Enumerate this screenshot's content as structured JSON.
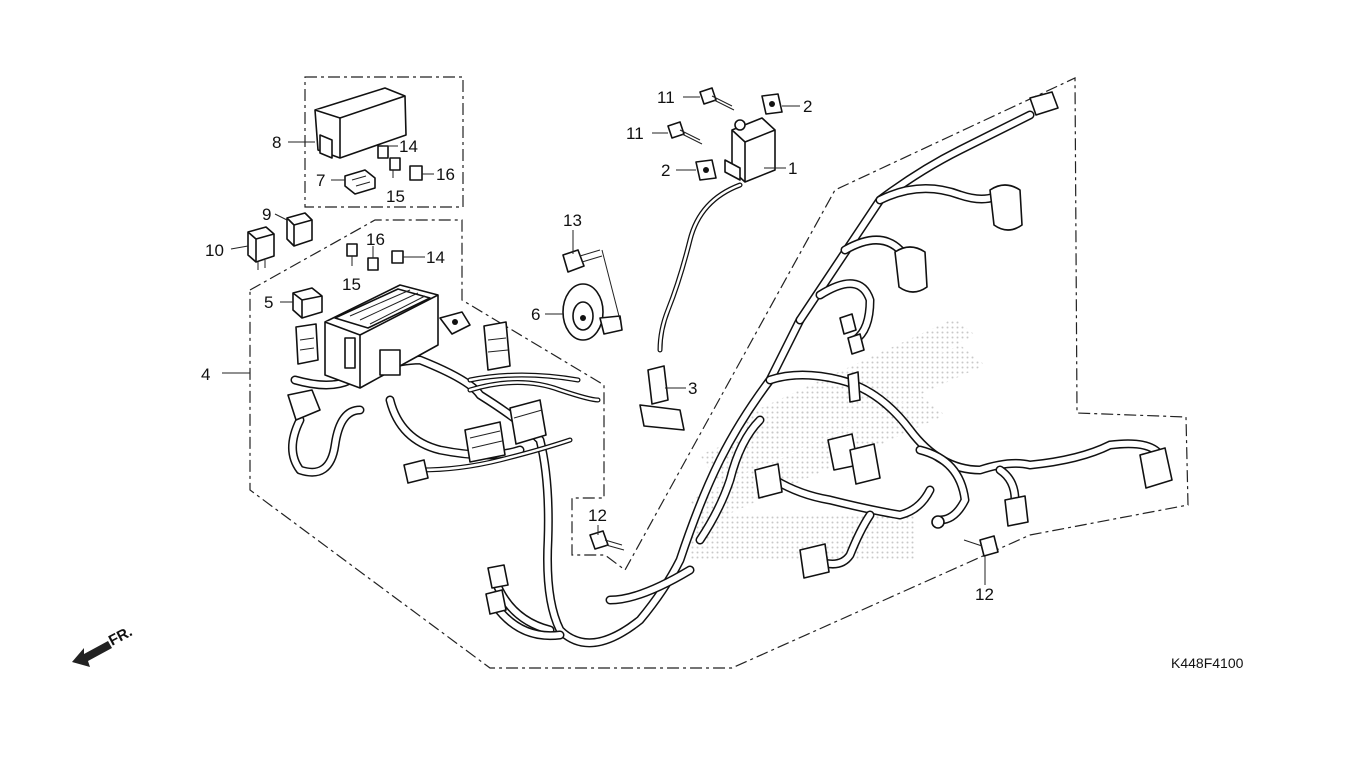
{
  "diagram": {
    "figure_code": "K448F4100",
    "front_arrow_label": "FR.",
    "callouts": {
      "c1": "1",
      "c2a": "2",
      "c2b": "2",
      "c3": "3",
      "c4": "4",
      "c5": "5",
      "c6": "6",
      "c7": "7",
      "c8": "8",
      "c9": "9",
      "c10": "10",
      "c11a": "11",
      "c11b": "11",
      "c12a": "12",
      "c12b": "12",
      "c13": "13",
      "c14a": "14",
      "c14b": "14",
      "c15a": "15",
      "c15b": "15",
      "c16a": "16",
      "c16b": "16"
    }
  }
}
